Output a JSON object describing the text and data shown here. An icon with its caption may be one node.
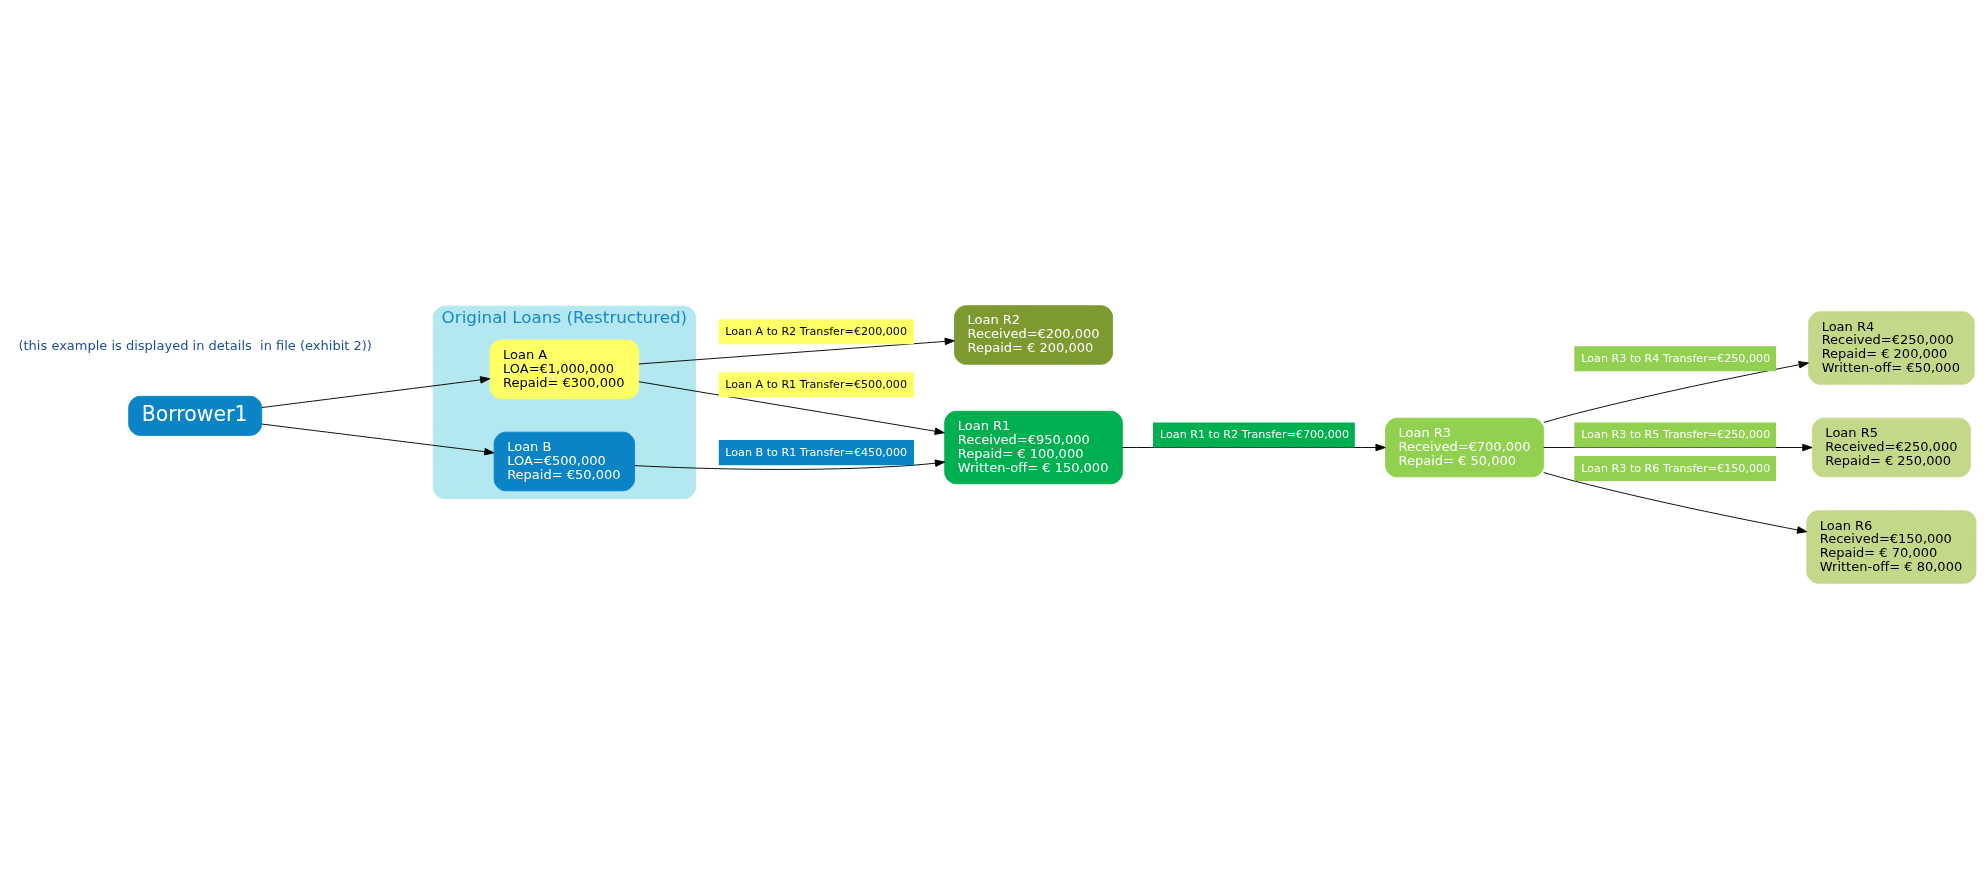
{
  "diagram": {
    "nodes": [
      {
        "text": [
          "Borrower1"
        ]
      },
      {
        "text": [
          "Original Loans (Restructured)"
        ]
      },
      {
        "text": [
          "Loan A",
          "LOA=€1,000,000",
          "Repaid= €300,000"
        ],
        "in": 1
      },
      {
        "text": [
          "Loan B",
          "LOA=€500,000",
          "Repaid= €50,000"
        ],
        "in": 1
      },
      {
        "text": [
          "Loan R2",
          "Received=€200,000",
          "Repaid= € 200,000"
        ]
      },
      {
        "text": [
          "Loan R1",
          "Received=€950,000",
          "Repaid= € 100,000",
          "Written-off= € 150,000"
        ]
      },
      {
        "text": [
          "Loan R3",
          "Received=€700,000",
          "Repaid= € 50,000"
        ]
      },
      {
        "text": [
          "Loan R4",
          "Received=€250,000",
          "Repaid= € 200,000",
          "Written-off= €50,000"
        ]
      },
      {
        "text": [
          "Loan R5",
          "Received=€250,000",
          "Repaid= € 250,000"
        ]
      },
      {
        "text": [
          "Loan R6",
          "Received=€150,000",
          "Repaid= € 70,000",
          "Written-off= € 80,000"
        ]
      }
    ],
    "edges": [
      {
        "from": 0,
        "to": 2,
        "arrow": "to"
      },
      {
        "from": 0,
        "to": 3,
        "arrow": "to"
      },
      {
        "from": 2,
        "to": 4,
        "arrow": "to",
        "label": "Loan A to R2 Transfer=€200,000"
      },
      {
        "from": 2,
        "to": 5,
        "arrow": "to",
        "label": "Loan A to R1 Transfer=€500,000"
      },
      {
        "from": 3,
        "to": 5,
        "arrow": "to",
        "label": "Loan B to R1 Transfer=€450,000"
      },
      {
        "from": 5,
        "to": 6,
        "arrow": "to",
        "label": "Loan R1 to R2 Transfer=€700,000"
      },
      {
        "from": 6,
        "to": 7,
        "arrow": "to",
        "label": "Loan R3 to R4 Transfer=€250,000"
      },
      {
        "from": 6,
        "to": 8,
        "arrow": "to",
        "label": "Loan R3 to R5 Transfer=€250,000"
      },
      {
        "from": 6,
        "to": 9,
        "arrow": "to",
        "label": "Loan R3 to R6 Transfer=€150,000"
      }
    ],
    "labels": [
      "(this example is displayed in details  in file (exhibit 2))"
    ]
  }
}
